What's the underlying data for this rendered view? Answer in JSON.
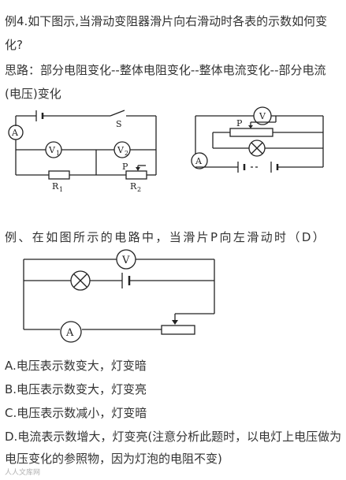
{
  "example4": {
    "line1": "例4.如下图示,当滑动变阻器滑片向右滑动时各表的示数如何变",
    "line2": "化?"
  },
  "approach": {
    "line1": "思路：部分电阻变化--整体电阻变化--整体电流变化--部分电流",
    "line2": "(电压)变化"
  },
  "circuit1": {
    "ammeter": "A",
    "v1": "V",
    "v1_sub": "1",
    "v2": "V",
    "v2_sub": "2",
    "switch": "S",
    "slider": "P",
    "r1": "R",
    "r1_sub": "1",
    "r2": "R",
    "r2_sub": "2"
  },
  "circuit2": {
    "voltmeter": "V",
    "slider": "P",
    "ammeter": "A"
  },
  "example": {
    "question": "例、在如图所示的电路中，当滑片P向左滑动时（D）"
  },
  "circuit3": {
    "voltmeter": "V",
    "ammeter": "A"
  },
  "options": [
    "A.电压表示数变大，灯变暗",
    "B.电压表示数变大，灯变亮",
    "C.电压表示数减小，灯变暗",
    "D.电流表示数增大，灯变亮(注意分析此题时，以电灯上电压做为"
  ],
  "option_d_cont": "电压变化的参照物，因为灯泡的电阻不变)",
  "watermark": "人人文库网"
}
